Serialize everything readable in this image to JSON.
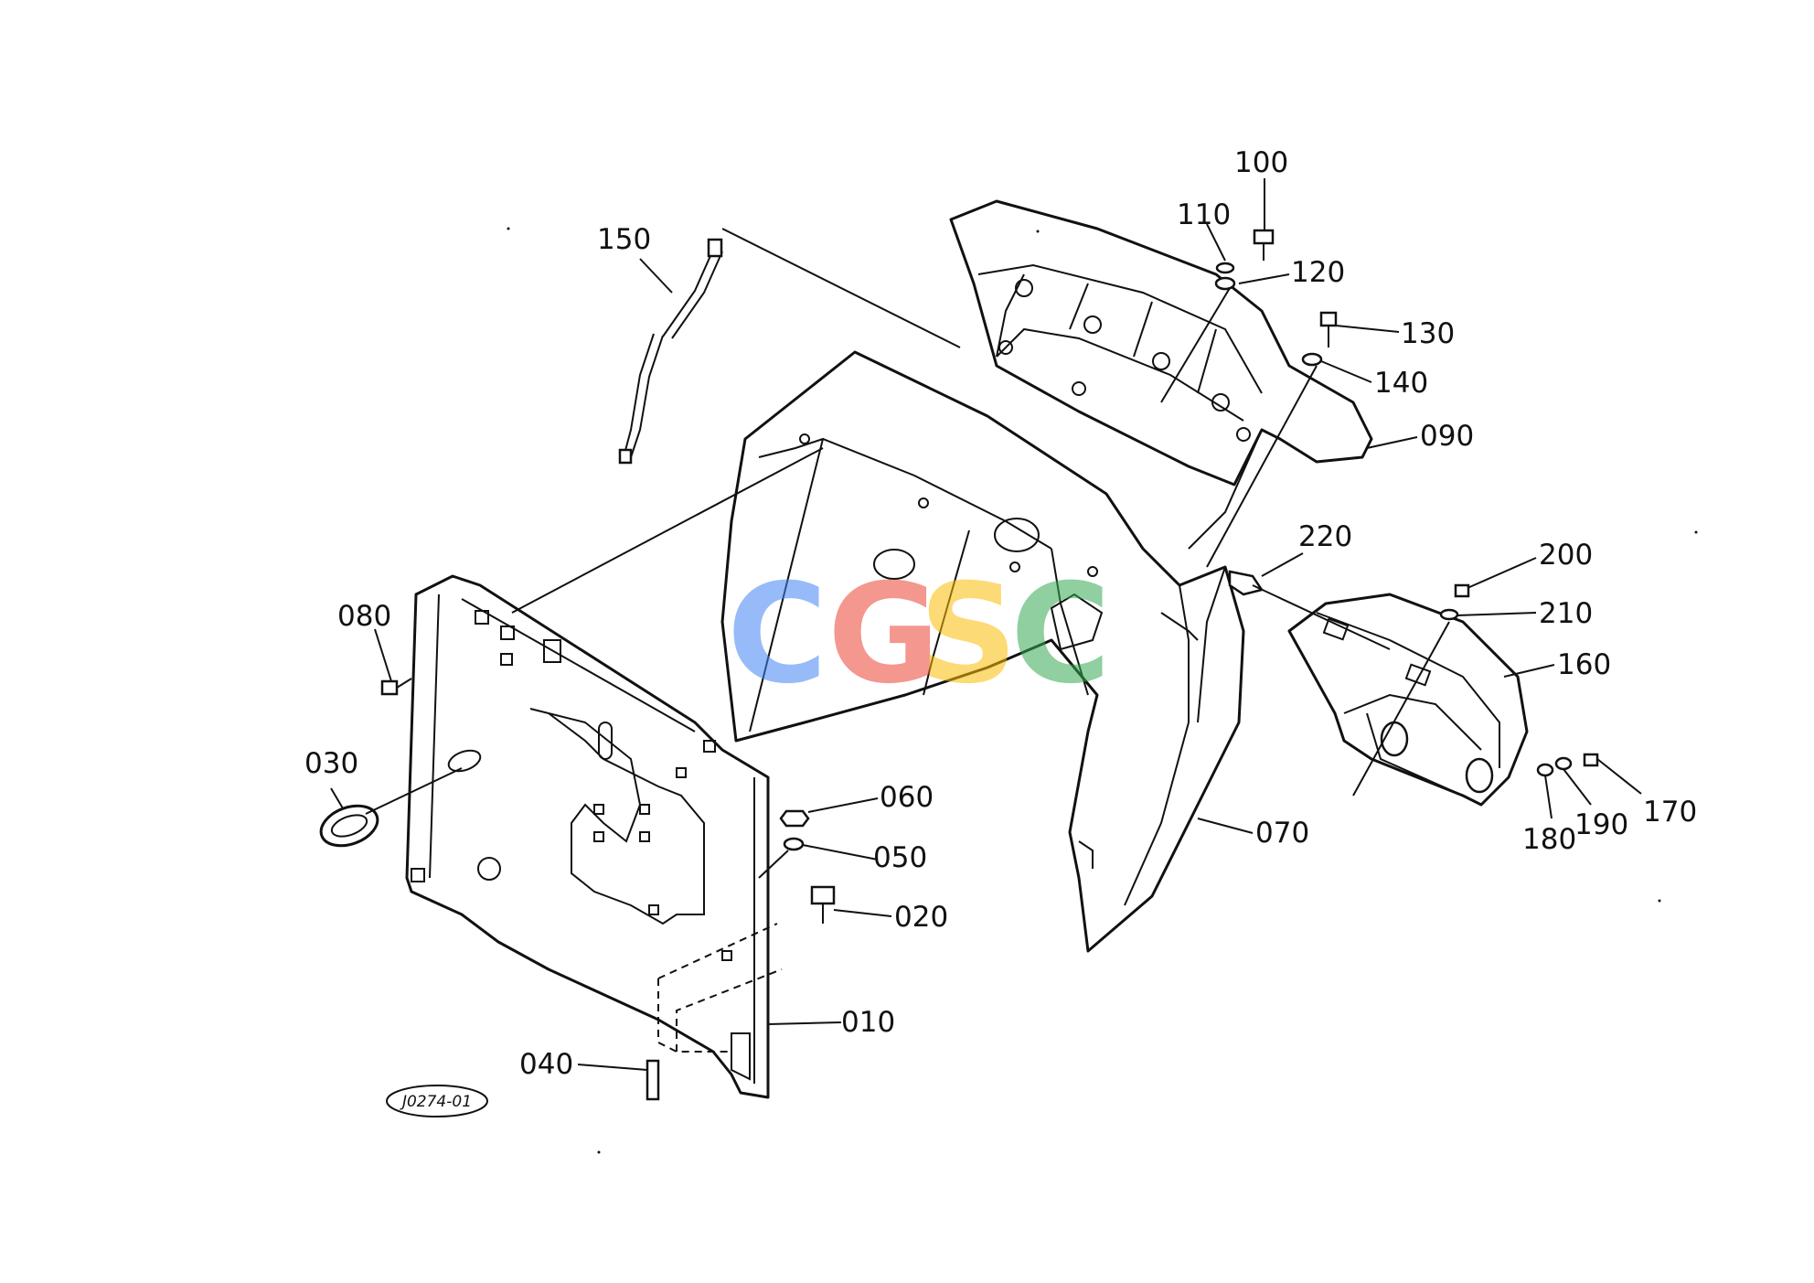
{
  "diagram_code": "J0274-01",
  "watermark": {
    "letters": [
      "C",
      "G",
      "S",
      "C"
    ],
    "colors": [
      "#4285F4",
      "#EA4335",
      "#FBBC05",
      "#34A853"
    ]
  },
  "callouts": {
    "p010": "010",
    "p020": "020",
    "p030": "030",
    "p040": "040",
    "p050": "050",
    "p060": "060",
    "p070": "070",
    "p080": "080",
    "p090": "090",
    "p100": "100",
    "p110": "110",
    "p120": "120",
    "p130": "130",
    "p140": "140",
    "p150": "150",
    "p160": "160",
    "p170": "170",
    "p180": "180",
    "p190": "190",
    "p200": "200",
    "p210": "210",
    "p220": "220"
  }
}
